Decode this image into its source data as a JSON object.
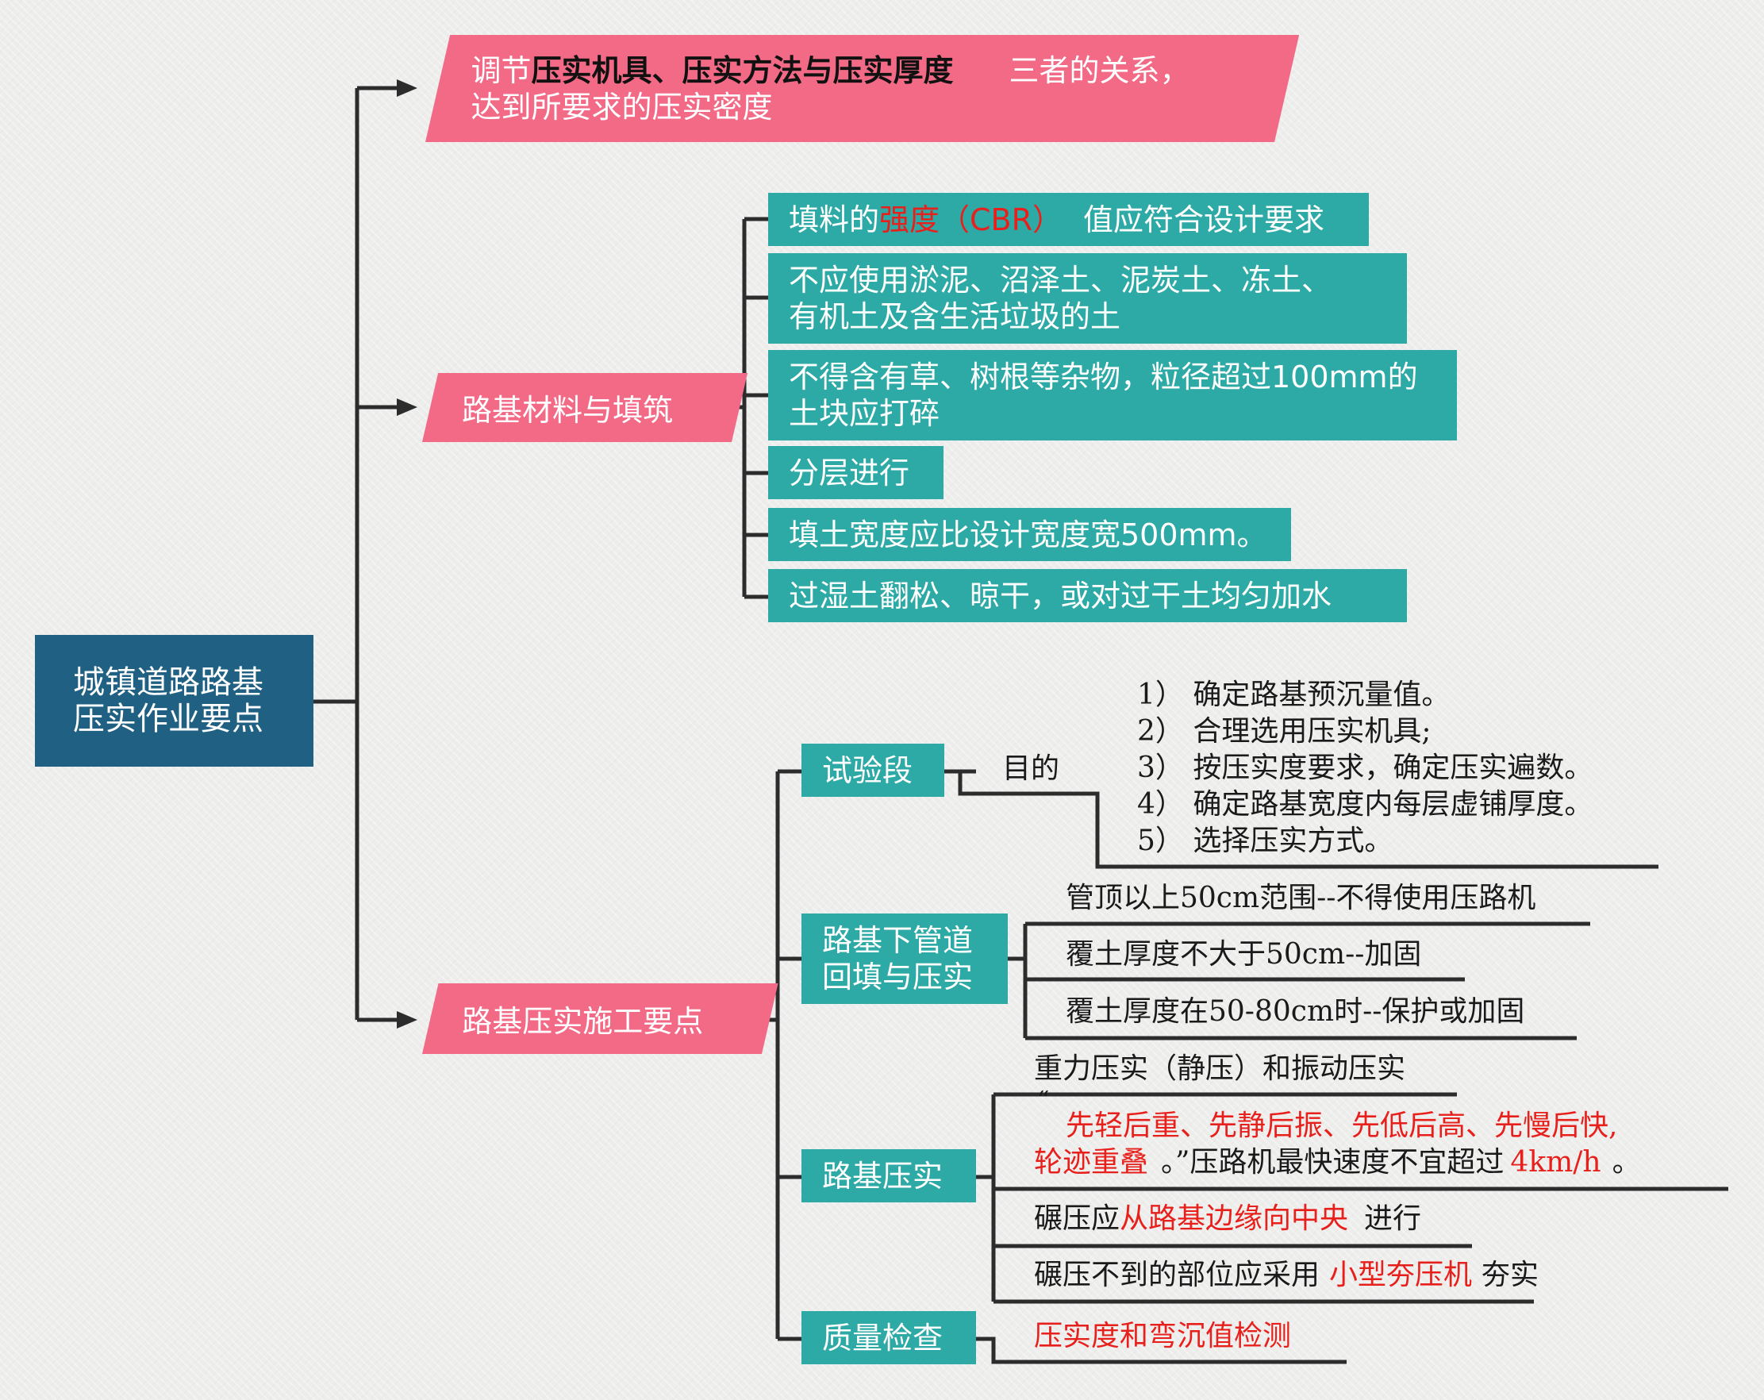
{
  "root": {
    "line1": "城镇道路路基",
    "line2": "压实作业要点"
  },
  "top": {
    "prefix": "调节",
    "bold": "压实机具、压实方法与压实厚度",
    "suffix": "三者的关系，",
    "line2": "达到所要求的压实密度"
  },
  "materials": {
    "label": "路基材料与填筑",
    "item1_prefix": "填料的",
    "item1_red": "强度（CBR）",
    "item1_suffix": "值应符合设计要求",
    "item2_line1": "不应使用淤泥、沼泽土、泥炭土、冻土、",
    "item2_line2": "有机土及含生活垃圾的土",
    "item3_line1": "不得含有草、树根等杂物，粒径超过100mm的",
    "item3_line2": "土块应打碎",
    "item4": "分层进行",
    "item5": "填土宽度应比设计宽度宽500mm。",
    "item6": "过湿土翻松、晾干，或对过干土均匀加水"
  },
  "compaction": {
    "label": "路基压实施工要点",
    "trial": {
      "label": "试验段",
      "purpose": "目的",
      "items": [
        "1）  确定路基预沉量值。",
        "2）  合理选用压实机具;",
        "3）  按压实度要求，确定压实遍数。",
        "4）  确定路基宽度内每层虚铺厚度。",
        "5）  选择压实方式。"
      ]
    },
    "pipe": {
      "label_line1": "路基下管道",
      "label_line2": "回填与压实",
      "items": [
        "管顶以上50cm范围--不得使用压路机",
        "覆土厚度不大于50cm--加固",
        "覆土厚度在50-80cm时--保护或加固"
      ]
    },
    "roadbed": {
      "label": "路基压实",
      "item1": "重力压实（静压）和振动压实",
      "quote_open": "“",
      "item2_red1": "先轻后重、先静后振、先低后高、先慢后快,",
      "item2_red2": "轮迹重叠",
      "item2_mid": "。”压路机最快速度不宜超过",
      "item2_red3": "4km/h",
      "item2_end": "。",
      "item3_prefix": "碾压应",
      "item3_red": "从路基边缘向中央",
      "item3_suffix": "进行",
      "item4_prefix": "碾压不到的部位应采用",
      "item4_red": "小型夯压机",
      "item4_suffix": "夯实"
    },
    "quality": {
      "label": "质量检查",
      "item": "压实度和弯沉值检测"
    }
  }
}
